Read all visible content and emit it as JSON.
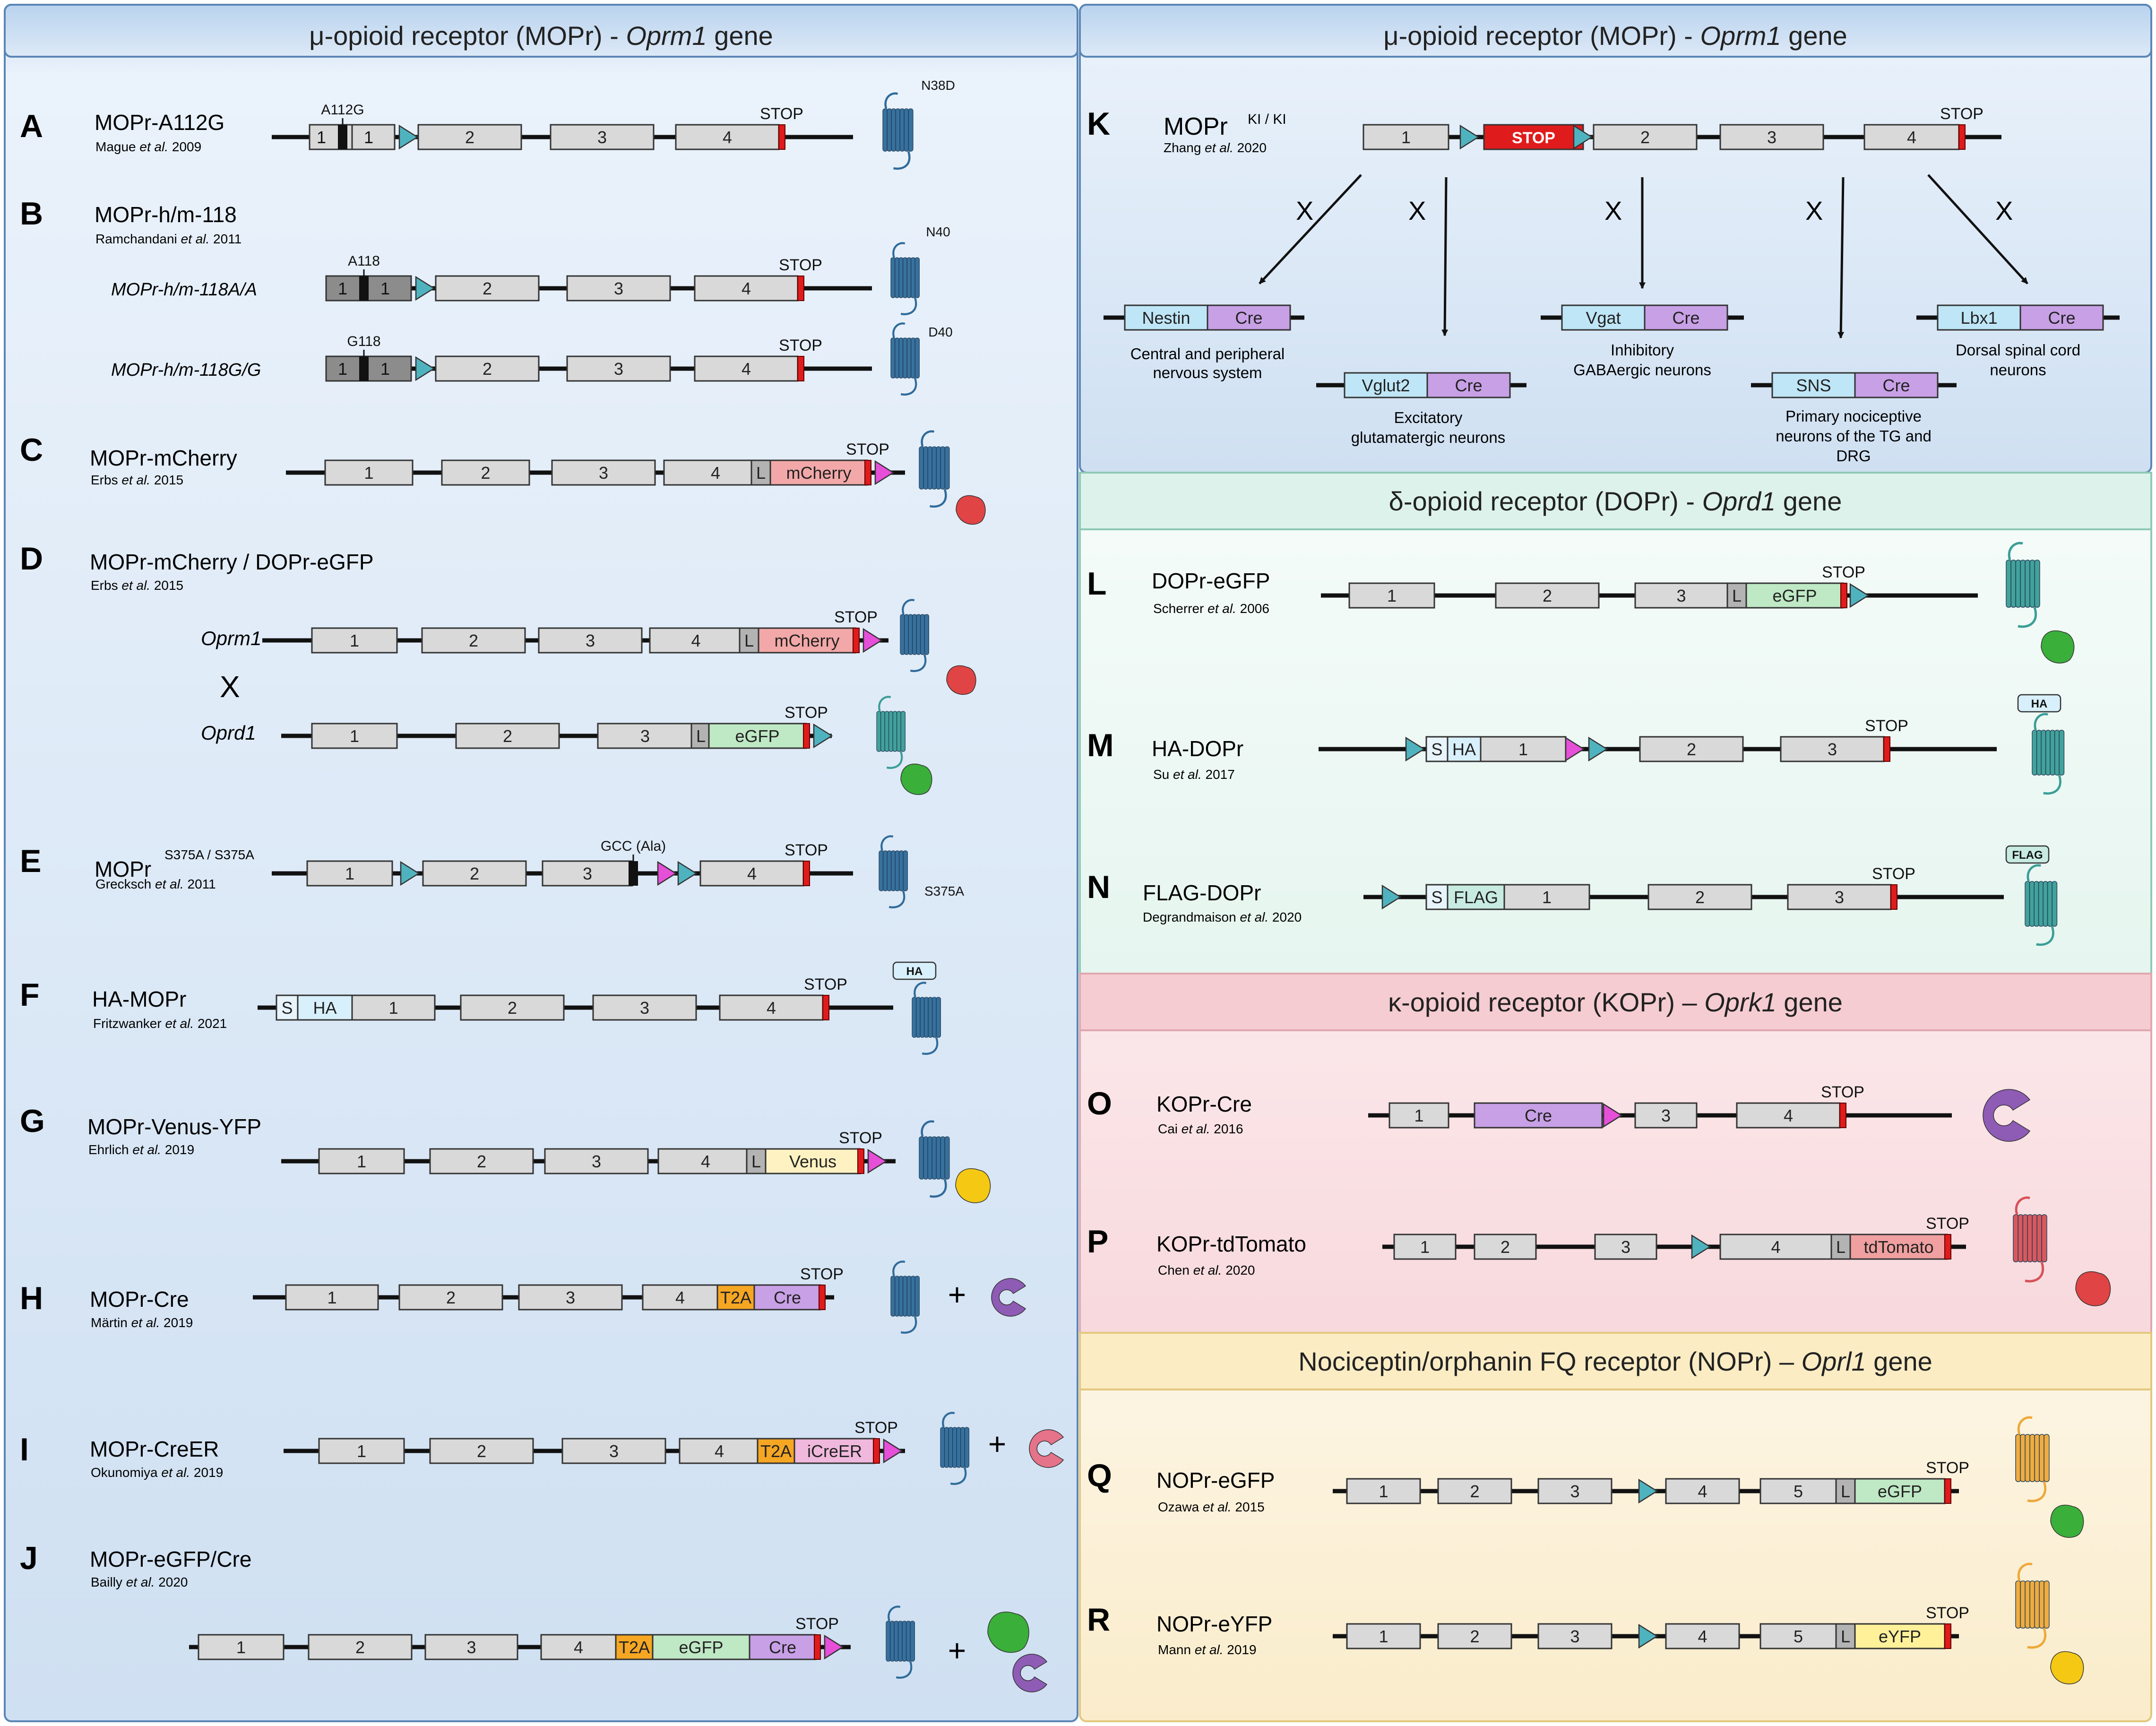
{
  "colors": {
    "exon": "#d9d9d9",
    "exon_dark": "#6f6f6f",
    "stop_codon": "#e01b1b",
    "stop_block": "#e01b1b",
    "mcherry": "#f2a8a8",
    "egfp": "#bfe8c4",
    "linker": "#b3b3b3",
    "venus": "#fff2c2",
    "t2a": "#f5a623",
    "cre": "#c8a0e6",
    "icreer": "#f0b8dc",
    "sig": "#e8f4fb",
    "ha": "#d8f0fb",
    "flag": "#c7ebe0",
    "nestin": "#bfe6f7",
    "tdtomato": "#f0a0a0",
    "eyfp": "#fff09a",
    "loxp": "#4fb3bf",
    "frt": "#e64fd8",
    "receptor_blue": "#2f6b9a",
    "receptor_teal": "#3a9e97",
    "receptor_red": "#d65258",
    "receptor_orange": "#eea93a",
    "protein_green": "#3aaf3a",
    "protein_red": "#e04444",
    "protein_yellow": "#f5c814",
    "protein_purple": "#8e5bb5",
    "protein_pink": "#e5738a",
    "mopr_bg": "#e6f0fa",
    "dopr_bg": "#f0faf6",
    "dopr_header": "#dff3ec",
    "kopr_bg": "#fbe6e8",
    "kopr_header": "#f5cbd0",
    "nopr_bg": "#fcf4e1",
    "nopr_header": "#fbecc4"
  },
  "panels": {
    "mopr_left": {
      "pre": "μ-opioid receptor (MOPr) - ",
      "gene": "Oprm1",
      "post": " gene"
    },
    "mopr_right": {
      "pre": "μ-opioid receptor (MOPr) - ",
      "gene": "Oprm1",
      "post": " gene"
    },
    "dopr": {
      "pre": "δ-opioid receptor (DOPr) - ",
      "gene": "Oprd1",
      "post": " gene"
    },
    "kopr": {
      "pre": "κ-opioid receptor (KOPr) – ",
      "gene": "Oprk1",
      "post": " gene"
    },
    "nopr": {
      "pre": "Nociceptin/orphanin FQ receptor (NOPr) – ",
      "gene": "Oprl1",
      "post": " gene"
    }
  },
  "common": {
    "stop": "STOP",
    "cre": "Cre",
    "l": "L",
    "s": "S",
    "ha": "HA",
    "t2a": "T2A",
    "egfp": "eGFP",
    "flag": "FLAG",
    "cross": "X",
    "plus": "+"
  },
  "exons": {
    "e1": "1",
    "e2": "2",
    "e3": "3",
    "e4": "4",
    "e5": "5"
  },
  "rows": {
    "A": {
      "letter": "A",
      "name": "MOPr-A112G",
      "authors": "Mague ",
      "etal": "et al.",
      "year": " 2009",
      "mut": "A112G",
      "rec": "N38D"
    },
    "B": {
      "letter": "B",
      "name": "MOPr-h/m-118",
      "authors": "Ramchandani ",
      "etal": "et al.",
      "year": " 2011",
      "line1": "MOPr-h/m-118A/A",
      "mut1": "A118",
      "rec1": "N40",
      "line2": "MOPr-h/m-118G/G",
      "mut2": "G118",
      "rec2": "D40"
    },
    "C": {
      "letter": "C",
      "name": "MOPr-mCherry",
      "authors": "Erbs ",
      "etal": "et al.",
      "year": " 2015",
      "fp": "mCherry"
    },
    "D": {
      "letter": "D",
      "name": "MOPr-mCherry  /  DOPr-eGFP",
      "authors": "Erbs ",
      "etal": "et al.",
      "year": " 2015",
      "gene1": "Oprm1",
      "gene2": "Oprd1",
      "fp1": "mCherry",
      "fp2": "eGFP"
    },
    "E": {
      "letter": "E",
      "name": "MOPr",
      "sup": "S375A / S375A",
      "authors": "Grecksch ",
      "etal": "et al.",
      "year": " 2011",
      "mut": "GCC (Ala)",
      "rec": "S375A"
    },
    "F": {
      "letter": "F",
      "name": "HA-MOPr",
      "authors": "Fritzwanker ",
      "etal": "et al.",
      "year": " 2021"
    },
    "G": {
      "letter": "G",
      "name": "MOPr-Venus-YFP",
      "authors": "Ehrlich ",
      "etal": "et al.",
      "year": " 2019",
      "fp": "Venus"
    },
    "H": {
      "letter": "H",
      "name": "MOPr-Cre",
      "authors": "Märtin ",
      "etal": "et al.",
      "year": " 2019"
    },
    "I": {
      "letter": "I",
      "name": "MOPr-CreER",
      "authors": "Okunomiya ",
      "etal": "et al.",
      "year": " 2019",
      "fp": "iCreER"
    },
    "J": {
      "letter": "J",
      "name": "MOPr-eGFP/Cre",
      "authors": "Bailly ",
      "etal": "et al.",
      "year": " 2020"
    },
    "K": {
      "letter": "K",
      "name": "MOPr",
      "sup": "KI / KI",
      "authors": "Zhang ",
      "etal": "et al.",
      "year": " 2020",
      "drivers": {
        "nestin": {
          "name": "Nestin",
          "desc1": "Central and peripheral",
          "desc2": "nervous system"
        },
        "vglut2": {
          "name": "Vglut2",
          "desc1": "Excitatory",
          "desc2": "glutamatergic neurons"
        },
        "vgat": {
          "name": "Vgat",
          "desc1": "Inhibitory",
          "desc2": "GABAergic neurons"
        },
        "sns": {
          "name": "SNS",
          "desc1": "Primary nociceptive",
          "desc2": "neurons of the TG and",
          "desc3": "DRG"
        },
        "lbx1": {
          "name": "Lbx1",
          "desc1": "Dorsal spinal cord",
          "desc2": "neurons"
        }
      }
    },
    "L": {
      "letter": "L",
      "name": "DOPr-eGFP",
      "authors": "Scherrer ",
      "etal": "et al.",
      "year": " 2006"
    },
    "M": {
      "letter": "M",
      "name": "HA-DOPr",
      "authors": "Su ",
      "etal": "et al.",
      "year": " 2017"
    },
    "N": {
      "letter": "N",
      "name": "FLAG-DOPr",
      "authors": "Degrandmaison ",
      "etal": "et al.",
      "year": " 2020"
    },
    "O": {
      "letter": "O",
      "name": "KOPr-Cre",
      "authors": "Cai ",
      "etal": "et al.",
      "year": " 2016"
    },
    "P": {
      "letter": "P",
      "name": "KOPr-tdTomato",
      "authors": "Chen ",
      "etal": "et al.",
      "year": " 2020",
      "fp": "tdTomato"
    },
    "Q": {
      "letter": "Q",
      "name": "NOPr-eGFP",
      "authors": "Ozawa ",
      "etal": "et al.",
      "year": " 2015"
    },
    "R": {
      "letter": "R",
      "name": "NOPr-eYFP",
      "authors": "Mann ",
      "etal": "et al.",
      "year": " 2019",
      "fp": "eYFP"
    }
  }
}
